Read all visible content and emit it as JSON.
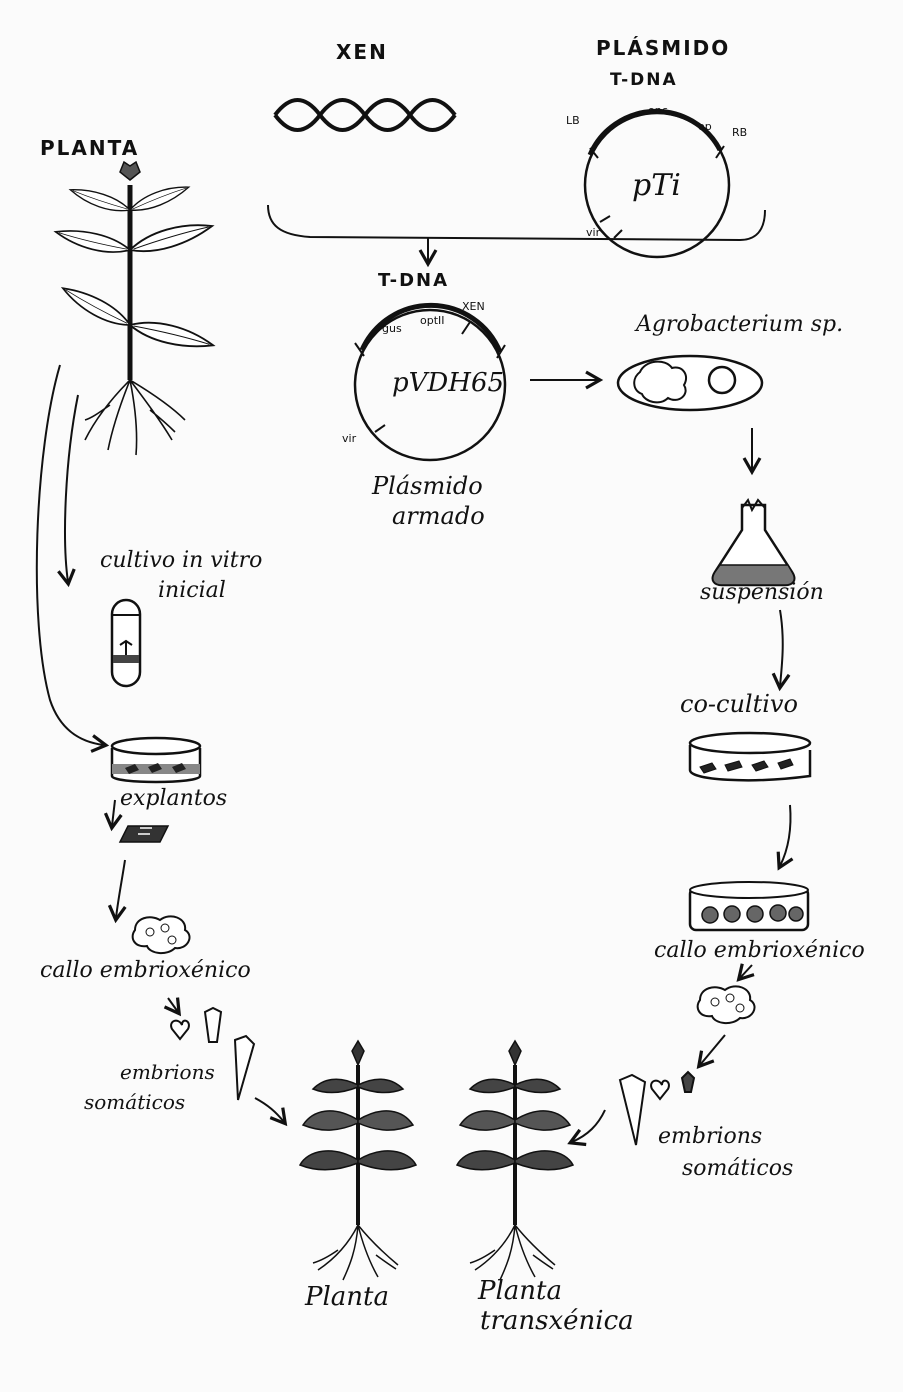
{
  "labels": {
    "xen": "XEN",
    "plasmido": "PLÁSMIDO",
    "tdna_top": "T-DNA",
    "onc": "onc",
    "op": "op",
    "lb_top": "LB",
    "rb_top": "RB",
    "pti": "pTi",
    "vir_top": "vir",
    "planta_title": "PLANTA",
    "tdna_mid": "T-DNA",
    "xen_small": "XEN",
    "gus": "gus",
    "optii": "optII",
    "pvdh65": "pVDH65",
    "vir_mid": "vir",
    "plasmido_armado_1": "Plásmido",
    "plasmido_armado_2": "armado",
    "agrobacterium": "Agrobacterium sp.",
    "cultivo_1": "cultivo in vitro",
    "cultivo_2": "inicial",
    "suspension": "suspensión",
    "cocultivo": "co-cultivo",
    "explantos": "explantos",
    "callo_left": "callo embrioxénico",
    "callo_right": "callo embrioxénico",
    "embrions_left_1": "embrions",
    "embrions_left_2": "somáticos",
    "embrions_right_1": "embrions",
    "embrions_right_2": "somáticos",
    "planta_bottom": "Planta",
    "planta_trans_1": "Planta",
    "planta_trans_2": "transxénica"
  }
}
